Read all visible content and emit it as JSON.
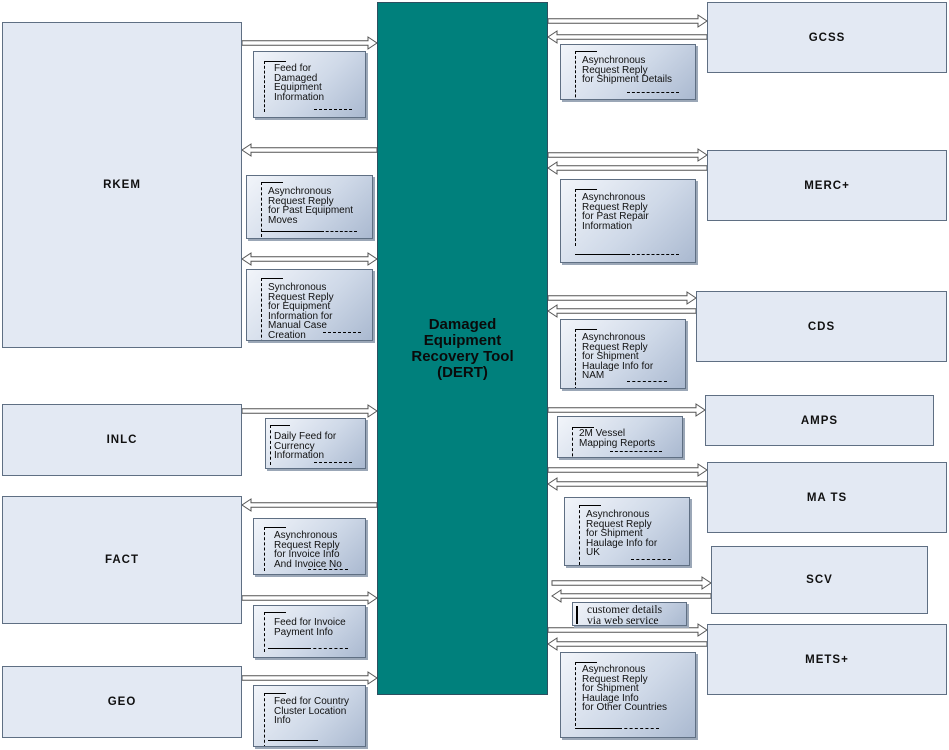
{
  "center": {
    "label": "Damaged\nEquipment\nRecovery Tool\n(DERT)"
  },
  "left_systems": {
    "rkem": "RKEM",
    "inlc": "INLC",
    "fact": "FACT",
    "geo": "GEO"
  },
  "right_systems": {
    "gcss": "GCSS",
    "merc": "MERC+",
    "cds": "CDS",
    "amps": "AMPS",
    "mats": "MA TS",
    "scv": "SCV",
    "mets": "METS+"
  },
  "notes": {
    "rkem_feed": "Feed for\nDamaged\nEquipment\nInformation",
    "rkem_async": "Asynchronous\nRequest Reply\nfor Past Equipment\nMoves",
    "rkem_sync": "Synchronous\nRequest Reply\nfor Equipment\nInformation for\n Manual Case\nCreation",
    "inlc_feed": "Daily Feed for\nCurrency\nInformation",
    "fact_async": "Asynchronous\nRequest Reply\nfor Invoice Info\nAnd Invoice No",
    "fact_feed": "Feed for Invoice\nPayment Info",
    "geo_feed": "Feed for Country\nCluster Location\nInfo",
    "gcss_async": "Asynchronous\nRequest Reply\nfor Shipment Details",
    "merc_async": "Asynchronous\nRequest Reply\nfor Past Repair\nInformation",
    "cds_async": "Asynchronous\nRequest Reply\nfor Shipment\nHaulage Info for\nNAM",
    "amps_reports": "2M Vessel\nMapping Reports",
    "mats_async": "Asynchronous\nRequest Reply\nfor Shipment\nHaulage Info for\nUK",
    "scv_ws": "customer details\nvia web service",
    "mets_async": "Asynchronous\nRequest Reply\nfor Shipment\nHaulage Info\nfor Other Countries"
  },
  "colors": {
    "center_fill": "#00807c",
    "system_fill": "#e3e9f3",
    "note_fill": "#cfd9e8",
    "border": "#5f6f83"
  }
}
